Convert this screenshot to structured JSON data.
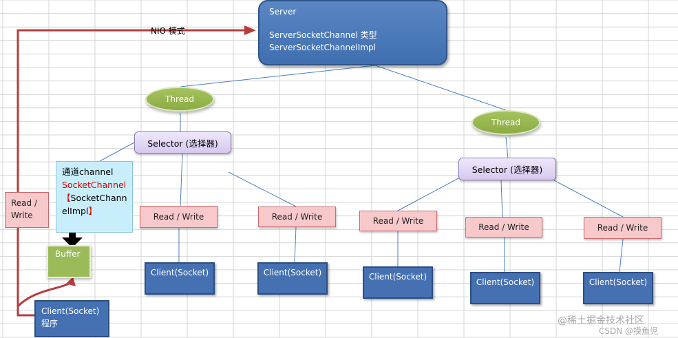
{
  "server": {
    "title": "Server",
    "line1": "ServerSocketChannel 类型",
    "line2": "ServerSocketChannelImpl"
  },
  "nio_label": "NIO  模式",
  "threads": [
    {
      "label": "Thread"
    },
    {
      "label": "Thread"
    }
  ],
  "selectors": [
    {
      "label": "Selector (选择器)"
    },
    {
      "label": "Selector (选择器)"
    }
  ],
  "channel": {
    "line1": "通道channel",
    "line2": "SocketChannel",
    "line3": "【SocketChann",
    "line4": "elImpl】"
  },
  "buffer": {
    "label": "Buffer"
  },
  "side_rw": {
    "line1": "Read /",
    "line2": "Write"
  },
  "read_write": [
    {
      "label": "Read / Write"
    },
    {
      "label": "Read / Write"
    },
    {
      "label": "Read / Write"
    },
    {
      "label": "Read / Write"
    },
    {
      "label": "Read / Write"
    }
  ],
  "clients": [
    {
      "label": "Client(Socket)"
    },
    {
      "label": "Client(Socket)"
    },
    {
      "label": "Client(Socket)"
    },
    {
      "label": "Client(Socket)"
    },
    {
      "label": "Client(Socket)"
    }
  ],
  "program": {
    "line1": "Client(Socket)",
    "line2": "程序"
  },
  "watermark": {
    "line1": "@稀土掘金技术社区",
    "line2": "CSDN @摸鱼児"
  },
  "colors": {
    "arrow_red": "#b83c3c",
    "line_blue": "#4a7fbf",
    "server_blue": "#3f6fb0",
    "thread_green": "#9bbb59",
    "rw_pink": "#f8c9cb"
  }
}
